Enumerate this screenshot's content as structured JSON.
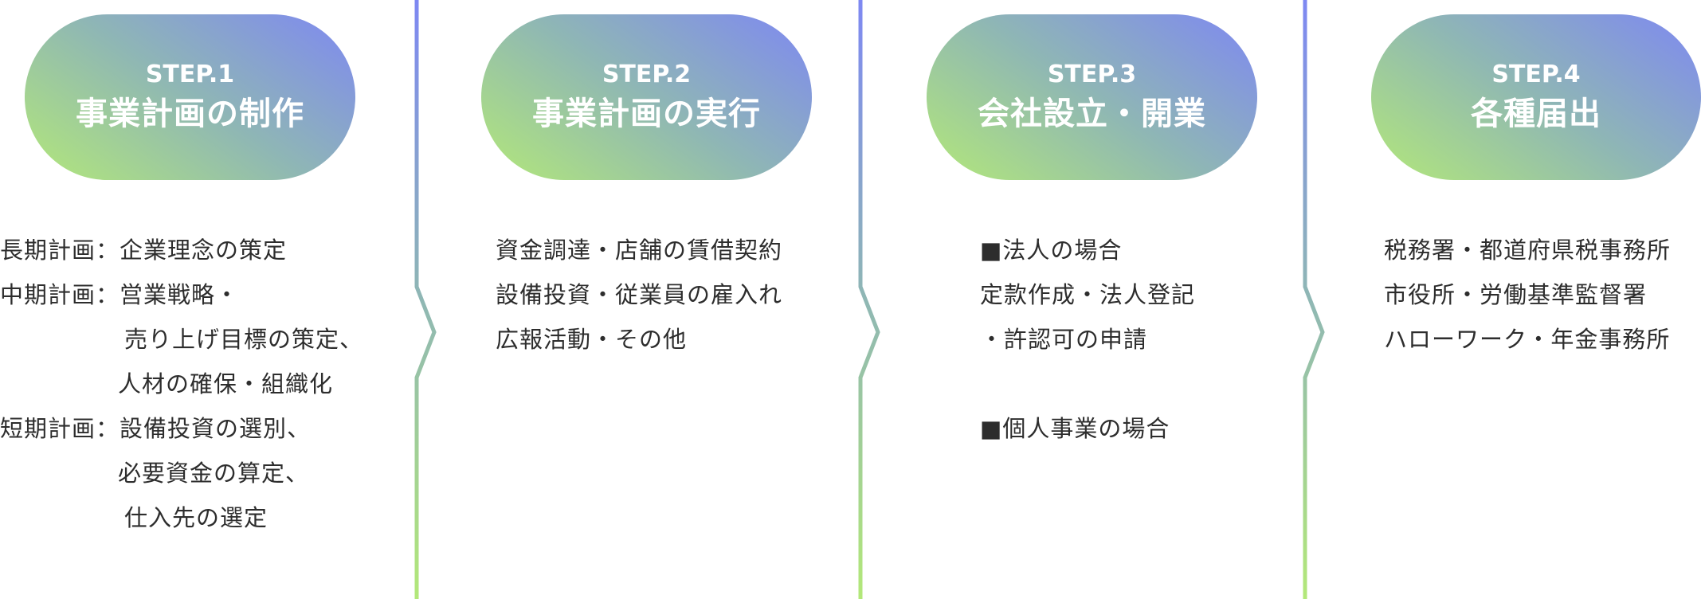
{
  "steps": [
    {
      "step_label": "STEP.1",
      "title": "事業計画の制作",
      "lines": [
        "長期計画：企業理念の策定",
        "中期計画：営業戦略・",
        "売り上げ目標の策定、",
        "人材の確保・組織化",
        "短期計画：設備投資の選別、",
        "必要資金の算定、",
        "仕入先の選定"
      ]
    },
    {
      "step_label": "STEP.2",
      "title": "事業計画の実行",
      "lines": [
        "資金調達・店舗の賃借契約",
        "設備投資・従業員の雇入れ",
        "広報活動・その他"
      ]
    },
    {
      "step_label": "STEP.3",
      "title": "会社設立・開業",
      "lines": [
        "■法人の場合",
        "定款作成・法人登記",
        "・許認可の申請",
        "■個人事業の場合"
      ]
    },
    {
      "step_label": "STEP.4",
      "title": "各種届出",
      "lines": [
        "税務署・都道府県税事務所",
        "市役所・労働基準監督署",
        "ハローワーク・年金事務所"
      ]
    }
  ],
  "colors": {
    "gradient_green": "#b3e879",
    "gradient_teal": "#8fb7b4",
    "gradient_blue": "#7e88f2",
    "text": "#2d2d2d"
  }
}
